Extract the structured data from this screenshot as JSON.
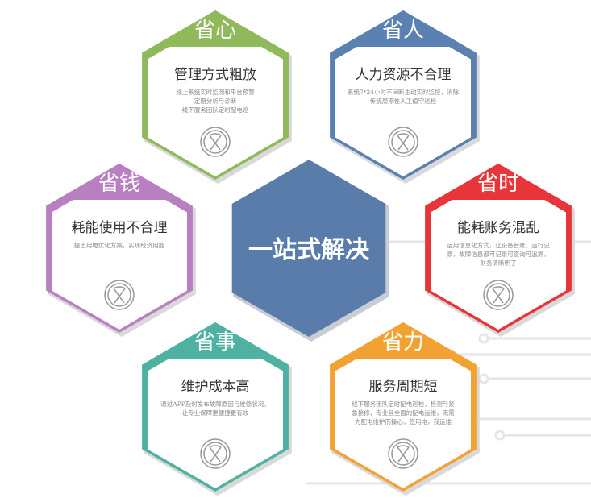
{
  "center": {
    "label": "一站式解决",
    "color": "#5a7cab"
  },
  "cards": [
    {
      "tag": "省心",
      "title": "管理方式粗放",
      "lines": [
        "线上系统实时监测和平台预警",
        "定期分析与诊断",
        "线下服务团队定时配电巡"
      ],
      "color": "#8fb95b",
      "icon": "ribbon-icon"
    },
    {
      "tag": "省人",
      "title": "人力资源不合理",
      "lines": [
        "系统7*24小时不间断主动实时监控，消除",
        "传统周期性人工值守巡检"
      ],
      "color": "#5b80b2",
      "icon": "ribbon-icon"
    },
    {
      "tag": "省钱",
      "title": "耗能使用不合理",
      "lines": [
        "提出用电优化方案，实现经济用能"
      ],
      "color": "#b980c1",
      "icon": "ribbon-icon"
    },
    {
      "tag": "省时",
      "title": "能耗账务混乱",
      "lines": [
        "运用信息化方式，让设备台账、运行记",
        "录，故障信息都可记录可查询可追溯，",
        "财务清晰明了"
      ],
      "color": "#e8353a",
      "icon": "ribbon-icon"
    },
    {
      "tag": "省事",
      "title": "维护成本高",
      "lines": [
        "通过APP及时发布故障原因与维修状况，",
        "让专业保障更便捷更有效"
      ],
      "color": "#4fb1a1",
      "icon": "ribbon-icon"
    },
    {
      "tag": "省力",
      "title": "服务周期短",
      "lines": [
        "线下服务团队定时配电巡检，检测与紧",
        "急抢修，专业且全面的配电运维，无需",
        "为配电维护而操心，您用电，我运维"
      ],
      "color": "#f2a232",
      "icon": "ribbon-icon"
    }
  ]
}
